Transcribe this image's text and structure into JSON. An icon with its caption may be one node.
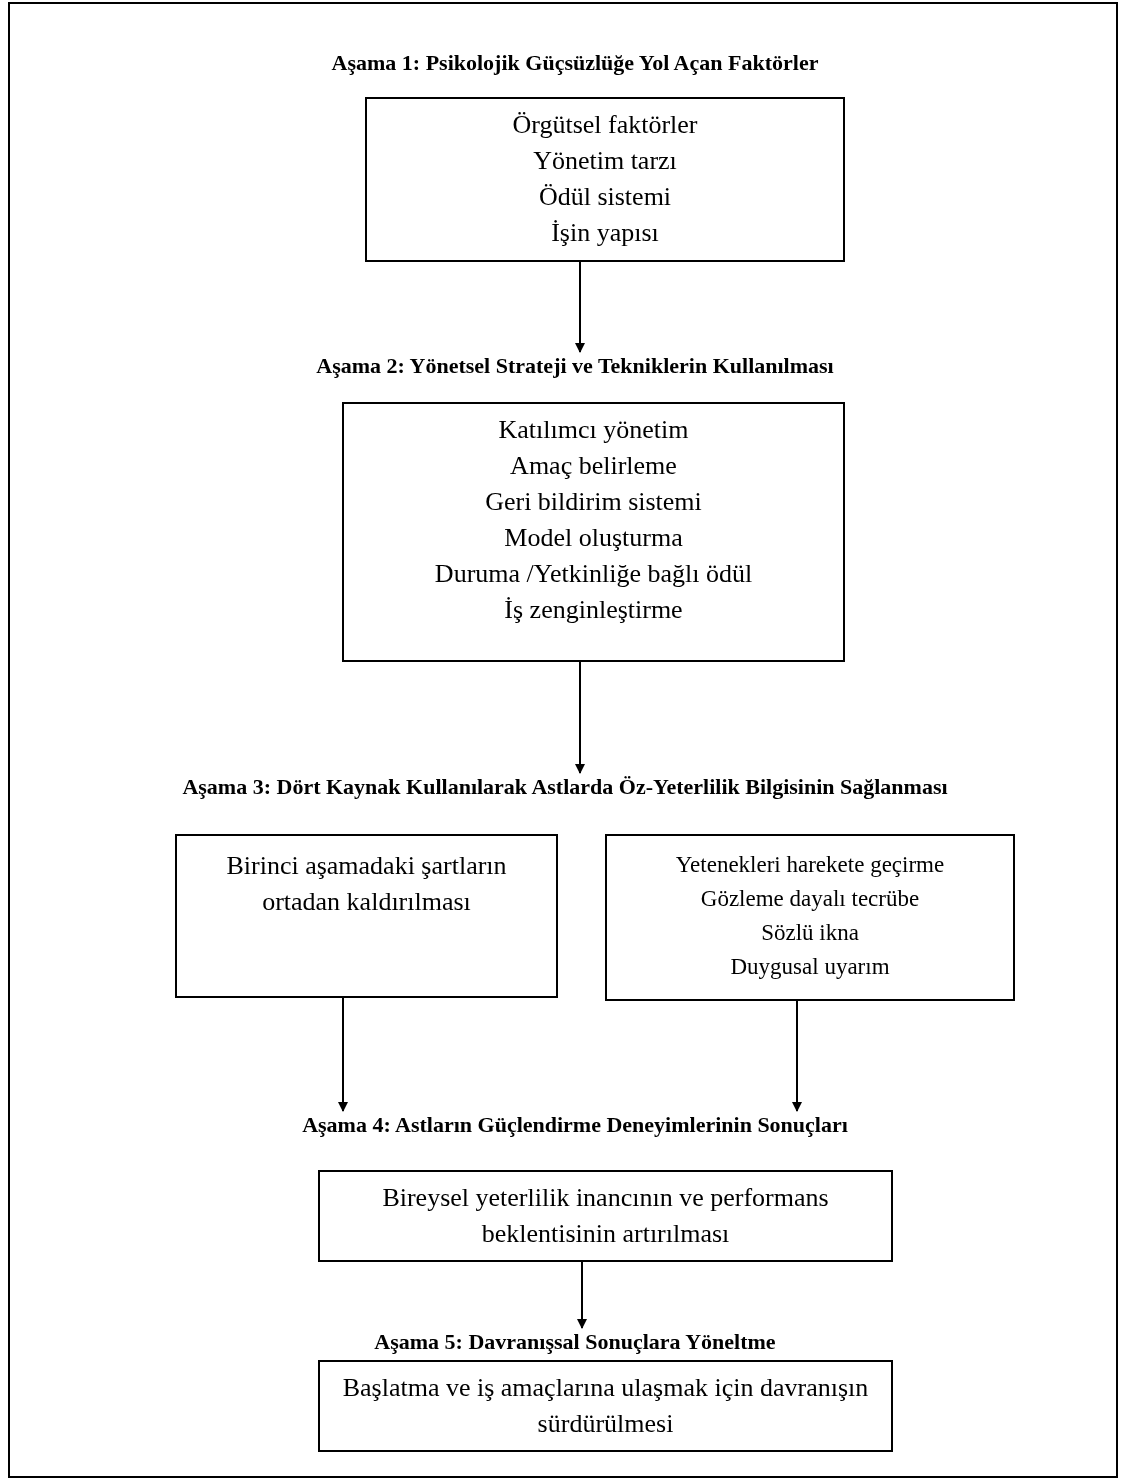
{
  "diagram": {
    "nodes": [
      {
        "text": [
          "Aşama 1: Psikolojik Güçsüzlüğe Yol Açan Faktörler"
        ]
      },
      {
        "text": [
          "Örgütsel faktörler",
          "Yönetim tarzı",
          "Ödül sistemi",
          "İşin yapısı"
        ]
      },
      {
        "text": [
          "Aşama 2: Yönetsel Strateji ve Tekniklerin Kullanılması"
        ]
      },
      {
        "text": [
          "Katılımcı yönetim",
          "Amaç belirleme",
          "Geri bildirim sistemi",
          "Model oluşturma",
          "Duruma /Yetkinliğe bağlı ödül",
          "İş zenginleştirme"
        ]
      },
      {
        "text": [
          "Aşama 3: Dört Kaynak Kullanılarak Astlarda Öz-Yeterlilik Bilgisinin Sağlanması"
        ]
      },
      {
        "text": [
          "Birinci aşamadaki şartların ortadan kaldırılması"
        ]
      },
      {
        "text": [
          "Yetenekleri harekete geçirme",
          "Gözleme dayalı tecrübe",
          "Sözlü ikna",
          "Duygusal uyarım"
        ]
      },
      {
        "text": [
          "Aşama 4: Astların Güçlendirme Deneyimlerinin Sonuçları"
        ]
      },
      {
        "text": [
          "Bireysel yeterlilik inancının ve performans beklentisinin artırılması"
        ]
      },
      {
        "text": [
          "Aşama 5: Davranışsal Sonuçlara Yöneltme"
        ]
      },
      {
        "text": [
          "Başlatma ve iş amaçlarına ulaşmak için davranışın sürdürülmesi"
        ]
      }
    ],
    "edges": [
      {
        "from": 1,
        "to": 2,
        "arrow": "to"
      },
      {
        "from": 3,
        "to": 4,
        "arrow": "to"
      },
      {
        "from": 5,
        "to": 7,
        "arrow": "to"
      },
      {
        "from": 6,
        "to": 7,
        "arrow": "to"
      },
      {
        "from": 8,
        "to": 9,
        "arrow": "to"
      }
    ]
  }
}
